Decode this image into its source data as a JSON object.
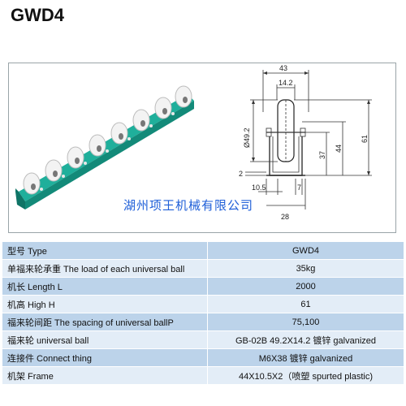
{
  "title": "GWD4",
  "company": "湖州项王机械有限公司",
  "drawing": {
    "dim_width": "43",
    "dim_wheel": "14.2",
    "dim_diameter": "Ø49.2",
    "dim_h37": "37",
    "dim_h44": "44",
    "dim_h61": "61",
    "dim_2": "2",
    "dim_10_5": "10.5",
    "dim_7": "7",
    "dim_28": "28"
  },
  "spec_table": [
    {
      "label": "型号 Type",
      "value": "GWD4"
    },
    {
      "label": "单福来轮承重 The load of each universal ball",
      "value": "35kg"
    },
    {
      "label": "机长 Length L",
      "value": "2000"
    },
    {
      "label": "机高 High H",
      "value": "61"
    },
    {
      "label": "福来轮间距 The spacing of universal ballP",
      "value": "75,100"
    },
    {
      "label": "福来轮 universal ball",
      "value": "GB-02B 49.2X14.2 镀锌 galvanized"
    },
    {
      "label": "连接件 Connect thing",
      "value": "M6X38 镀锌 galvanized"
    },
    {
      "label": "机架 Frame",
      "value": "44X10.5X2（喷塑 spurted plastic)"
    }
  ],
  "colors": {
    "rail": "#1faf9b",
    "wheel": "#f2f2f2",
    "company_text": "#1f5fd8",
    "row_dark": "#bcd3ea",
    "row_light": "#e3edf7"
  }
}
